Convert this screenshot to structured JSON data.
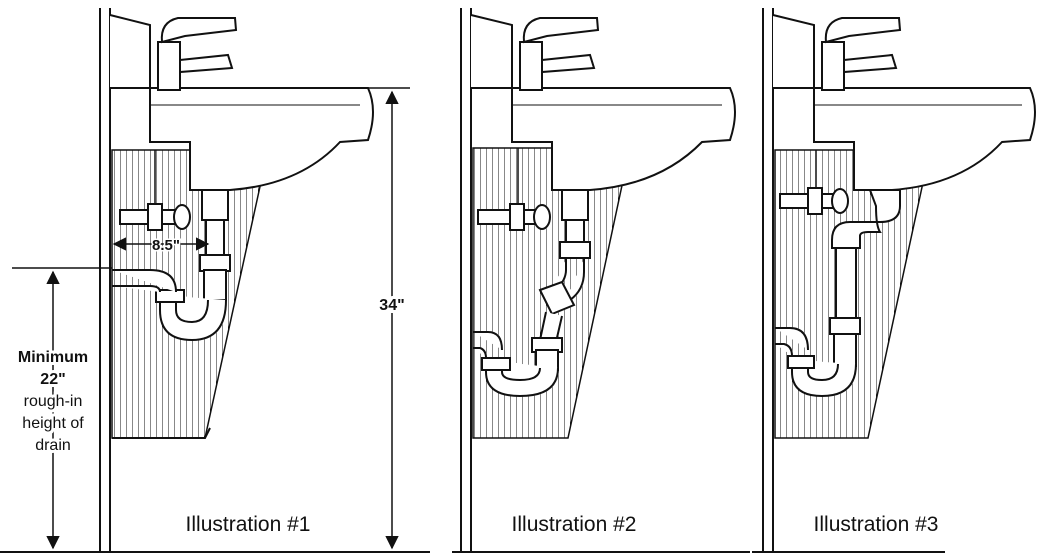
{
  "dimensions": {
    "spacing": "8.5\"",
    "height": "34\"",
    "min_line1": "Minimum",
    "min_line2": "22\"",
    "min_line3": "rough-in",
    "min_line4": "height of",
    "min_line5": "drain"
  },
  "illustrations": [
    {
      "caption": "Illustration #1"
    },
    {
      "caption": "Illustration #2"
    },
    {
      "caption": "Illustration #3"
    }
  ],
  "colors": {
    "ink": "#111111",
    "paper": "#ffffff"
  }
}
